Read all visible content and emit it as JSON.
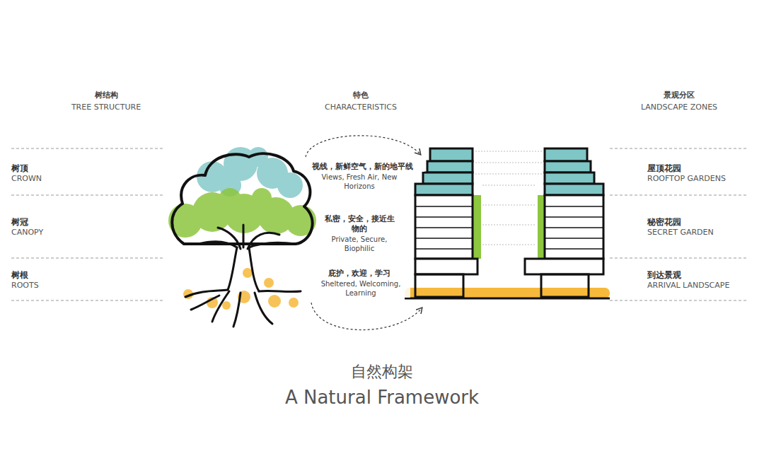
{
  "diagram": {
    "caption": "自然构架",
    "labels": [
      "树结构",
      "TREE STRUCTURE",
      "特色",
      "CHARACTERISTICS",
      "景观分区",
      "LANDSCAPE ZONES",
      "树顶",
      "CROWN",
      "树冠",
      "CANOPY",
      "树根",
      "ROOTS",
      "视线，新鲜空气，新的地平线",
      "Views, Fresh Air, New Horizons",
      "私密，安全，接近生物的",
      "Private, Secure, Biophilic",
      "庇护，欢迎，学习",
      "Sheltered, Welcoming, Learning",
      "屋顶花园",
      "ROOFTOP GARDENS",
      "秘密花园",
      "SECRET GARDEN",
      "到达景观",
      "ARRIVAL LANDSCAPE",
      "A Natural Framework"
    ]
  }
}
